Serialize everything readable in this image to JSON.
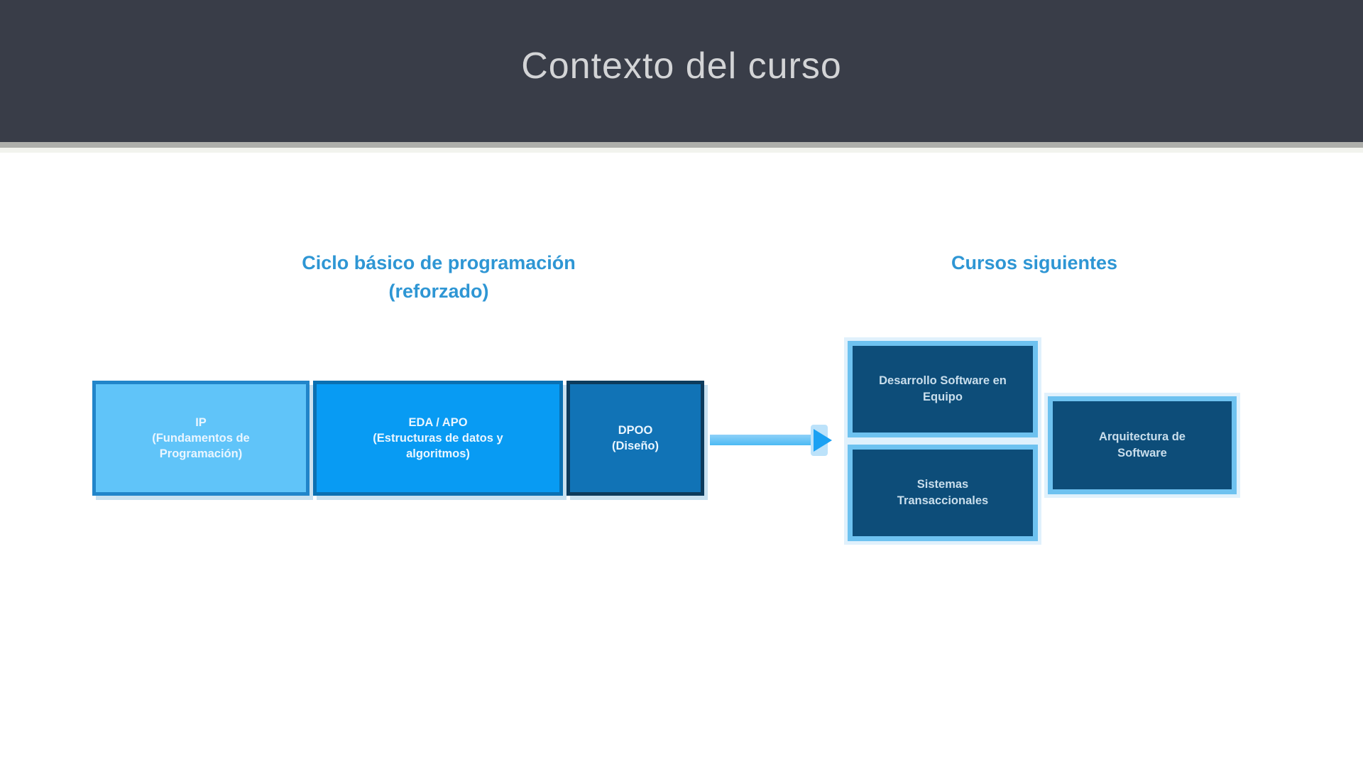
{
  "header": {
    "title": "Contexto del curso"
  },
  "left_section": {
    "heading": "Ciclo básico de programación",
    "heading_note": "(reforzado)",
    "courses": [
      {
        "code": "IP",
        "name": "(Fundamentos de Programación)"
      },
      {
        "code": "EDA / APO",
        "name": "(Estructuras de datos y algoritmos)"
      },
      {
        "code": "DPOO",
        "name": "(Diseño)"
      }
    ]
  },
  "right_section": {
    "heading": "Cursos siguientes",
    "courses": [
      {
        "name": "Desarrollo Software en Equipo"
      },
      {
        "name": "Sistemas Transaccionales"
      },
      {
        "name": "Arquitectura de Software"
      }
    ]
  },
  "colors": {
    "header_background": "#393d48",
    "title_text": "#d3d4d6",
    "divider_gray": "#aeafab",
    "heading_blue": "#2e96d4",
    "box_ip_fill": "#60c4f9",
    "box_ip_border": "#2185ca",
    "box_eda_fill": "#089bf3",
    "box_eda_border": "#0a70b2",
    "box_dpoo_fill": "#1173b6",
    "box_dpoo_border": "#0d3b5c",
    "next_box_fill": "#0d4d79",
    "next_box_border": "#6ec2f0",
    "arrow_line": "#5fc1f5",
    "arrow_head": "#1ba1f3"
  }
}
